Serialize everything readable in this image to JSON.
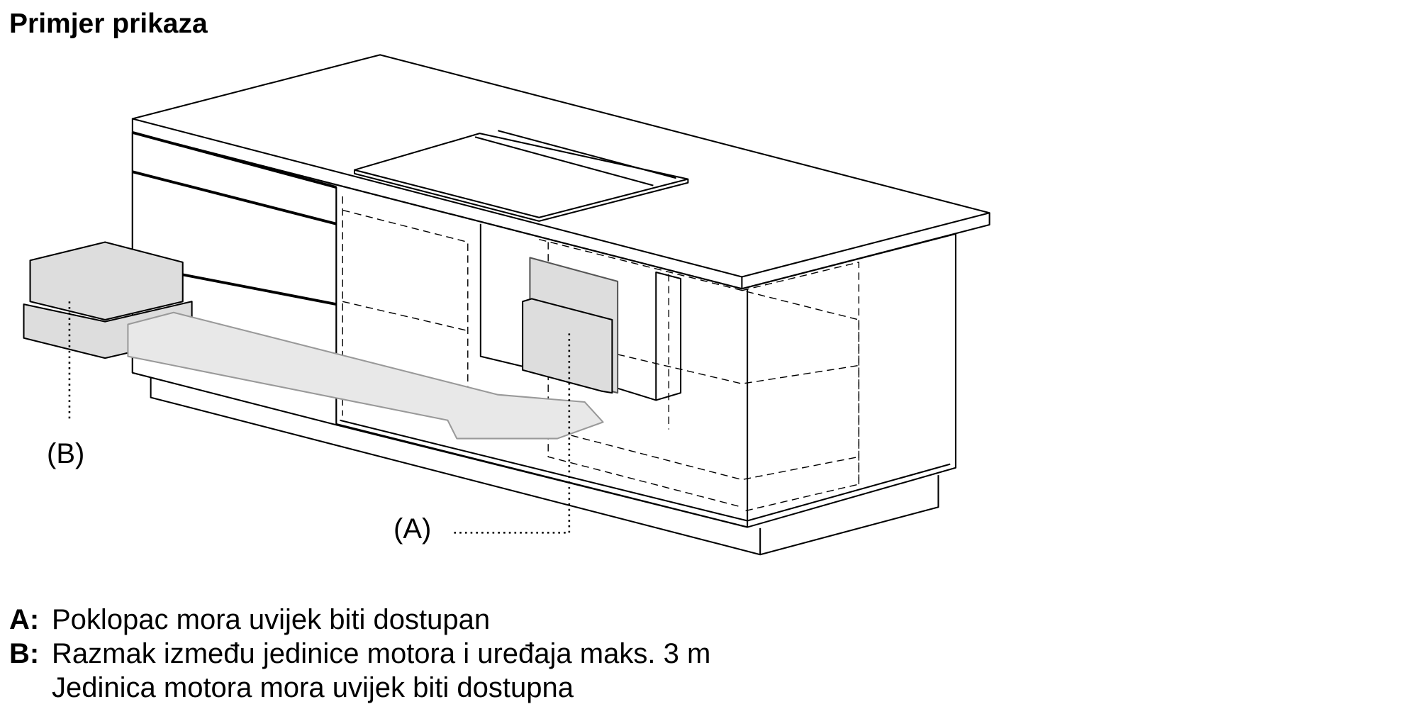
{
  "title": "Primjer prikaza",
  "callouts": {
    "a": "(A)",
    "b": "(B)"
  },
  "legend": [
    {
      "key": "A:",
      "lines": [
        "Poklopac mora uvijek biti dostupan"
      ]
    },
    {
      "key": "B:",
      "lines": [
        "Razmak između jedinice motora i uređaja maks. 3 m",
        "Jedinica motora mora uvijek biti dostupna"
      ]
    }
  ]
}
